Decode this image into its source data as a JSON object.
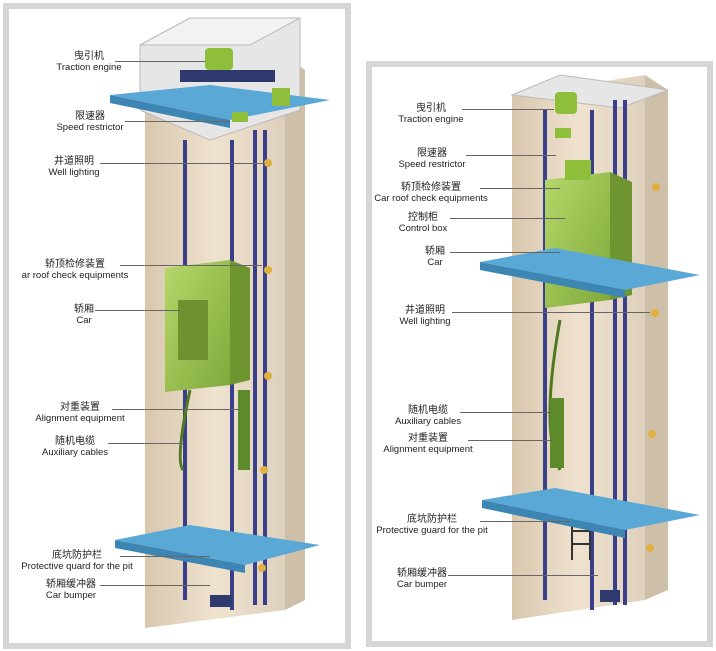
{
  "left_panel": {
    "labels": [
      {
        "cn": "曳引机",
        "en": "Traction engine"
      },
      {
        "cn": "限速器",
        "en": "Speed restrictor"
      },
      {
        "cn": "井道照明",
        "en": "Well lighting"
      },
      {
        "cn": "轿顶检修装置",
        "en": "ar roof check equipments"
      },
      {
        "cn": "轿厢",
        "en": "Car"
      },
      {
        "cn": "对重装置",
        "en": "Alignment equipment"
      },
      {
        "cn": "随机电缆",
        "en": "Auxiliary cables"
      },
      {
        "cn": "底坑防护栏",
        "en": "Protective quard for the pit"
      },
      {
        "cn": "轿厢缓冲器",
        "en": "Car bumper"
      }
    ]
  },
  "right_panel": {
    "labels": [
      {
        "cn": "曳引机",
        "en": "Traction engine"
      },
      {
        "cn": "限速器",
        "en": "Speed restrictor"
      },
      {
        "cn": "轿顶检修装置",
        "en": "Car roof check equipments"
      },
      {
        "cn": "控制柜",
        "en": "Control box"
      },
      {
        "cn": "轿厢",
        "en": "Car"
      },
      {
        "cn": "井道照明",
        "en": "Well lighting"
      },
      {
        "cn": "随机电缆",
        "en": "Auxiliary cables"
      },
      {
        "cn": "对重装置",
        "en": "Alignment equipment"
      },
      {
        "cn": "底坑防护栏",
        "en": "Protective guard for the pit"
      },
      {
        "cn": "轿厢缓冲器",
        "en": "Car bumper"
      }
    ]
  },
  "colors": {
    "frame": "#d9d9d9",
    "shaft_wall": "#e8d9c4",
    "shaft_side": "#cfc0a8",
    "floor_slab": "#5aa8d6",
    "car": "#9cc64a",
    "rail": "#3a3f8c",
    "machine": "#8fbf3a"
  }
}
